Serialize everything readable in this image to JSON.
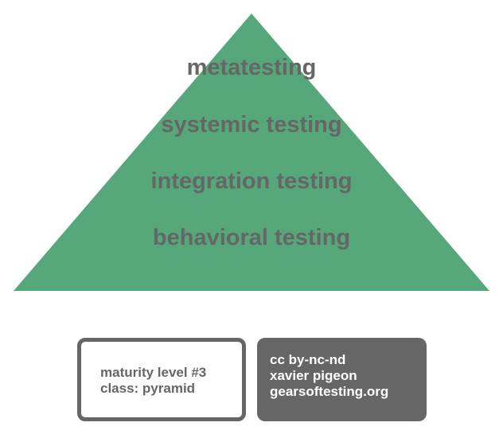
{
  "colors": {
    "pyramid_fill": "#56a77a",
    "label_text": "#666666",
    "box_dark": "#666666",
    "box_light": "#ffffff"
  },
  "pyramid": {
    "layers": [
      "metatesting",
      "systemic testing",
      "integration testing",
      "behavioral testing"
    ]
  },
  "maturity_box": {
    "lines": [
      "maturity level #3",
      "class: pyramid"
    ]
  },
  "license_box": {
    "lines": [
      "cc by-nc-nd",
      "xavier pigeon",
      "gearsoftesting.org"
    ]
  }
}
